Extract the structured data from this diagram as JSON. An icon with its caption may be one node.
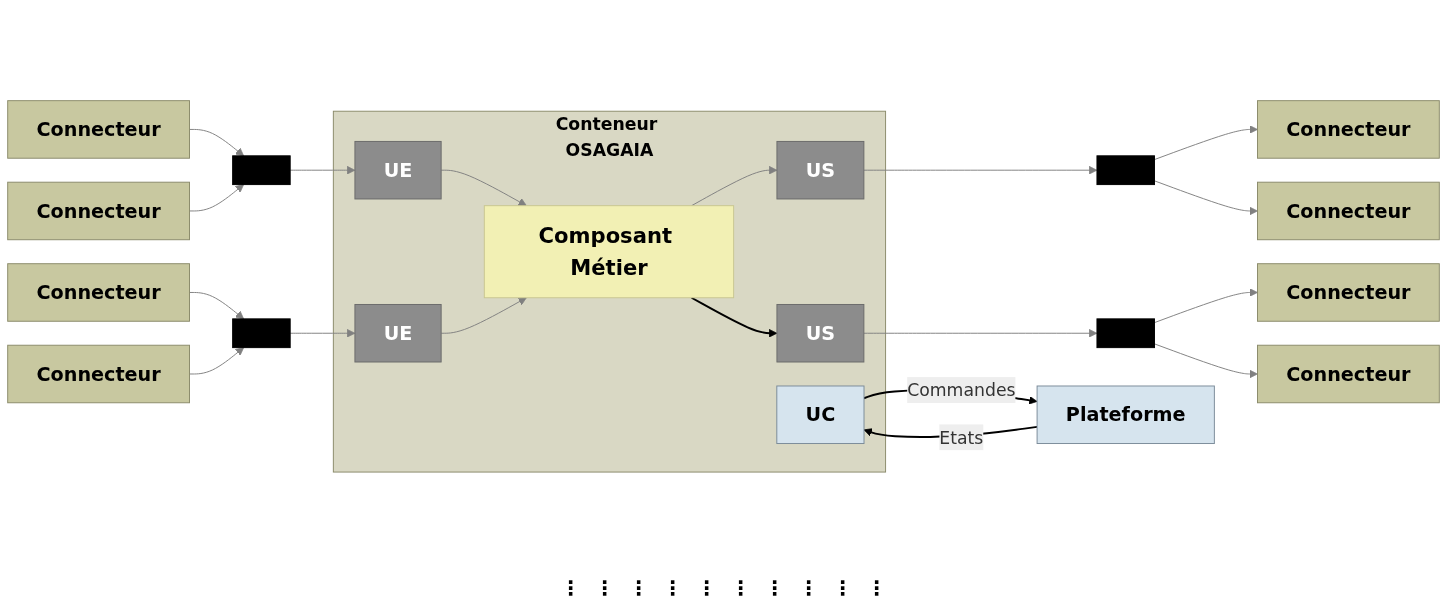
{
  "diagram": {
    "nodes": [
      {
        "text": [
          "Conteneur OSAGAIA"
        ]
      },
      {
        "text": [
          "Composant Métier"
        ],
        "in": 0
      },
      {
        "text": [
          "UE"
        ],
        "in": 0
      },
      {
        "text": [
          "UE"
        ],
        "in": 0
      },
      {
        "text": [
          "US"
        ],
        "in": 0
      },
      {
        "text": [
          "US"
        ],
        "in": 0
      },
      {
        "text": [
          "UC"
        ],
        "in": 0
      },
      {
        "text": [],
        "shape": "box"
      },
      {
        "text": [],
        "shape": "box"
      },
      {
        "text": [],
        "shape": "box"
      },
      {
        "text": [],
        "shape": "box"
      },
      {
        "text": [
          "Connecteur"
        ]
      },
      {
        "text": [
          "Connecteur"
        ]
      },
      {
        "text": [
          "Connecteur"
        ]
      },
      {
        "text": [
          "Connecteur"
        ]
      },
      {
        "text": [
          "Connecteur"
        ]
      },
      {
        "text": [
          "Connecteur"
        ]
      },
      {
        "text": [
          "Connecteur"
        ]
      },
      {
        "text": [
          "Connecteur"
        ]
      },
      {
        "text": [
          "Plateforme"
        ]
      }
    ],
    "edges": [
      {
        "from": 11,
        "to": 7,
        "arrow": "to"
      },
      {
        "from": 12,
        "to": 7,
        "arrow": "to"
      },
      {
        "from": 13,
        "to": 8,
        "arrow": "to"
      },
      {
        "from": 14,
        "to": 8,
        "arrow": "to"
      },
      {
        "from": 7,
        "to": 2,
        "arrow": "to"
      },
      {
        "from": 8,
        "to": 3,
        "arrow": "to"
      },
      {
        "from": 2,
        "to": 1,
        "arrow": "to"
      },
      {
        "from": 3,
        "to": 1,
        "arrow": "to"
      },
      {
        "from": 1,
        "to": 4,
        "arrow": "to"
      },
      {
        "from": 1,
        "to": 5,
        "arrow": "to",
        "color": "#000000"
      },
      {
        "from": 4,
        "to": 9,
        "arrow": "to"
      },
      {
        "from": 5,
        "to": 10,
        "arrow": "to"
      },
      {
        "from": 9,
        "to": 15,
        "arrow": "to"
      },
      {
        "from": 9,
        "to": 16,
        "arrow": "to"
      },
      {
        "from": 10,
        "to": 17,
        "arrow": "to"
      },
      {
        "from": 10,
        "to": 18,
        "arrow": "to"
      },
      {
        "from": 6,
        "to": 19,
        "arrow": "to",
        "label": "Commandes",
        "color": "#000000"
      },
      {
        "from": 19,
        "to": 6,
        "arrow": "to",
        "label": "Etats",
        "color": "#000000"
      }
    ],
    "labels": [
      "⋮",
      "⋮",
      "⋮",
      "⋮",
      "⋮",
      "⋮",
      "⋮",
      "⋮",
      "⋮",
      "⋮"
    ]
  }
}
